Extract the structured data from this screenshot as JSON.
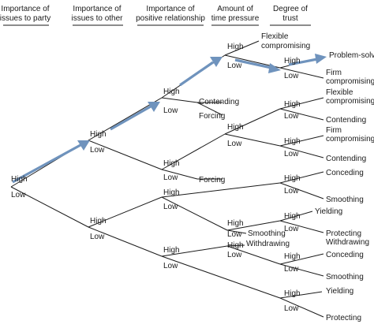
{
  "headers": {
    "col1": [
      "Importance of",
      "issues to party"
    ],
    "col2": [
      "Importance of",
      "issues to other"
    ],
    "col3": [
      "Importance of",
      "positive relationship"
    ],
    "col4": [
      "Amount of",
      "time pressure"
    ],
    "col5": [
      "Degree of",
      "trust"
    ]
  },
  "level_labels": {
    "high": "High",
    "low": "Low"
  },
  "outcomes": {
    "flexible_compromising": [
      "Flexible",
      "compromising"
    ],
    "problem_solving": "Problem-solving",
    "firm_compromising_1": [
      "Firm",
      "compromising"
    ],
    "contending_a": "Contending",
    "forcing_a": "Forcing",
    "flexible_compromising_2": [
      "Flexible",
      "compromising"
    ],
    "contending_b": "Contending",
    "firm_compromising_2": [
      "Firm",
      "compromising"
    ],
    "contending_c": "Contending",
    "forcing_b": "Forcing",
    "conceding_a": "Conceding",
    "smoothing_a": "Smoothing",
    "yielding_a": "Yielding",
    "smoothing_mid": "Smoothing",
    "withdrawing_mid": "Withdrawing",
    "protecting_a": "Protecting",
    "withdrawing_a": "Withdrawing",
    "conceding_b": "Conceding",
    "smoothing_b": "Smoothing",
    "yielding_b": "Yielding",
    "protecting_b": "Protecting"
  },
  "colors": {
    "line": "#1a1a1a",
    "highlight_arrow": "#6f93bd"
  }
}
